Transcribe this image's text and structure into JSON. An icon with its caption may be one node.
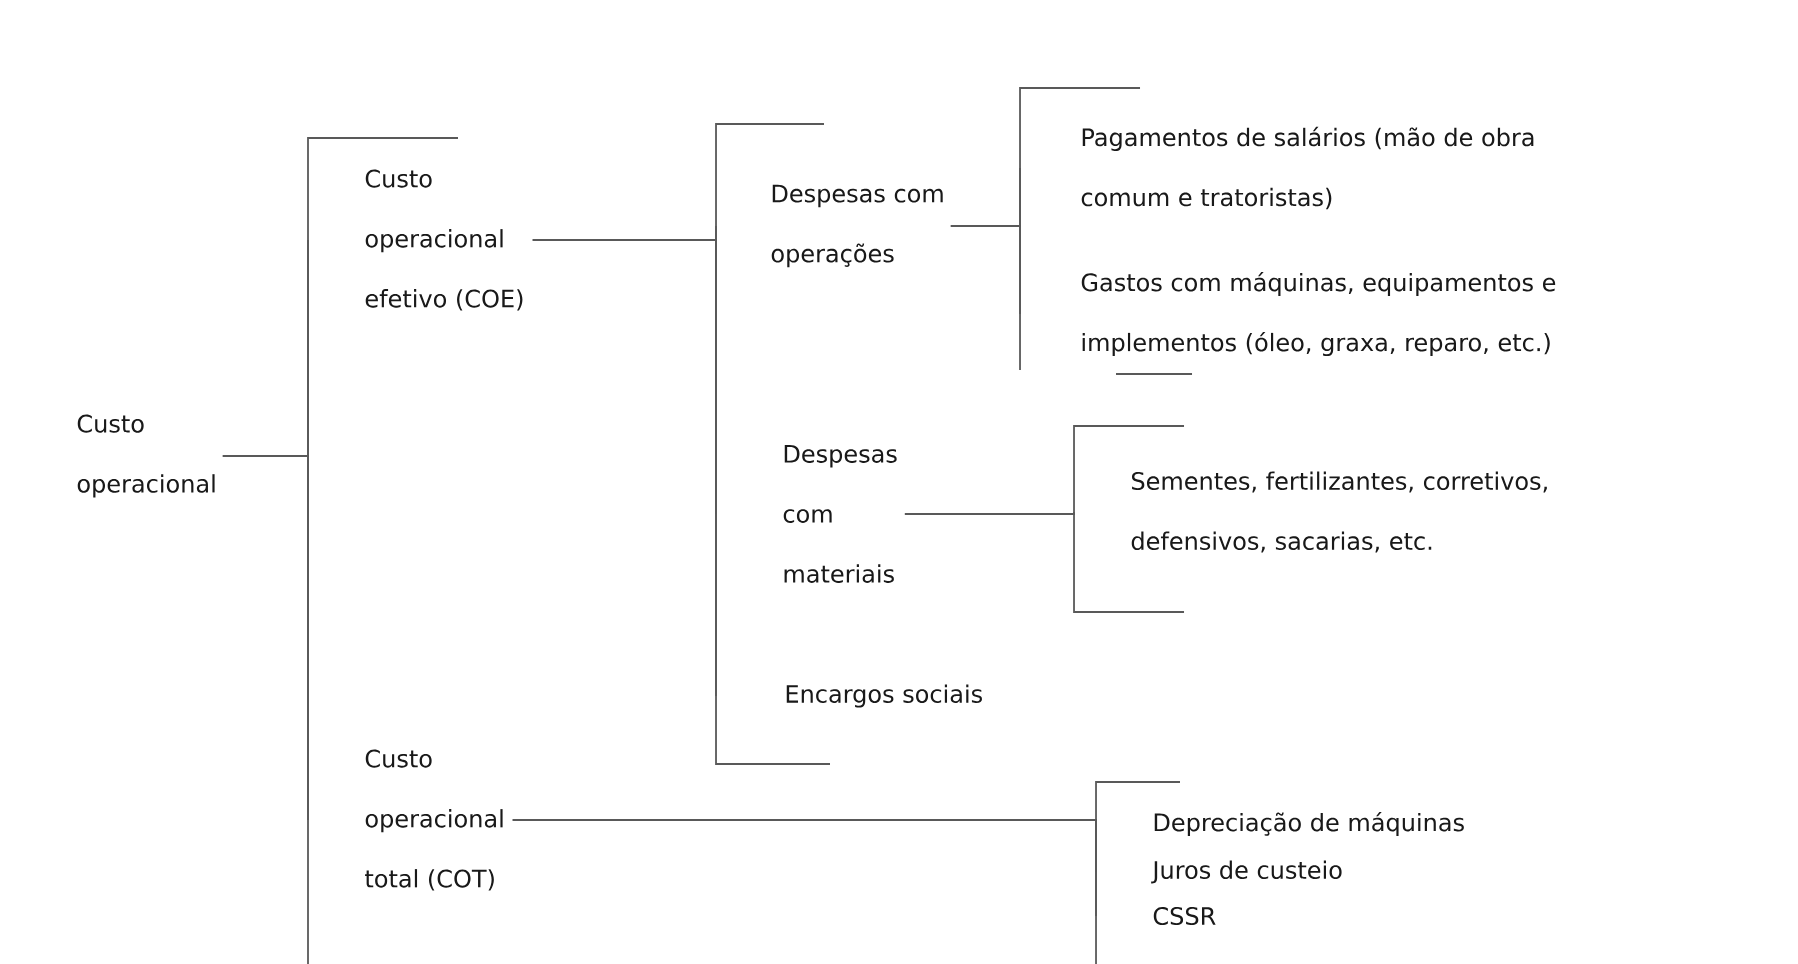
{
  "diagram": {
    "nodes": [
      {
        "text": [
          "Custo operacional"
        ]
      },
      {
        "text": [
          "Custo operacional efetivo (COE)"
        ]
      },
      {
        "text": [
          "Despesas com operações"
        ]
      },
      {
        "text": [
          "Pagamentos de salários (mão de obra comum e tratoristas)"
        ]
      },
      {
        "text": [
          "Gastos com máquinas, equipamentos e implementos (óleo, graxa, reparo, etc.)"
        ]
      },
      {
        "text": [
          "Despesas com materiais"
        ]
      },
      {
        "text": [
          "Sementes, fertilizantes, corretivos, defensivos, sacarias, etc."
        ]
      },
      {
        "text": [
          "Encargos sociais"
        ]
      },
      {
        "text": [
          "Custo operacional total (COT)"
        ]
      },
      {
        "text": [
          "Depreciação de máquinas"
        ]
      },
      {
        "text": [
          "Juros de custeio"
        ]
      },
      {
        "text": [
          "CSSR"
        ]
      }
    ],
    "edges": [
      {
        "from": 0,
        "to": 1,
        "arrow": "none"
      },
      {
        "from": 0,
        "to": 8,
        "arrow": "none"
      },
      {
        "from": 1,
        "to": 2,
        "arrow": "none"
      },
      {
        "from": 1,
        "to": 5,
        "arrow": "none"
      },
      {
        "from": 1,
        "to": 7,
        "arrow": "none"
      },
      {
        "from": 2,
        "to": 3,
        "arrow": "none"
      },
      {
        "from": 2,
        "to": 4,
        "arrow": "none"
      },
      {
        "from": 5,
        "to": 6,
        "arrow": "none"
      },
      {
        "from": 8,
        "to": 9,
        "arrow": "none"
      },
      {
        "from": 8,
        "to": 10,
        "arrow": "none"
      },
      {
        "from": 8,
        "to": 11,
        "arrow": "none"
      }
    ]
  }
}
